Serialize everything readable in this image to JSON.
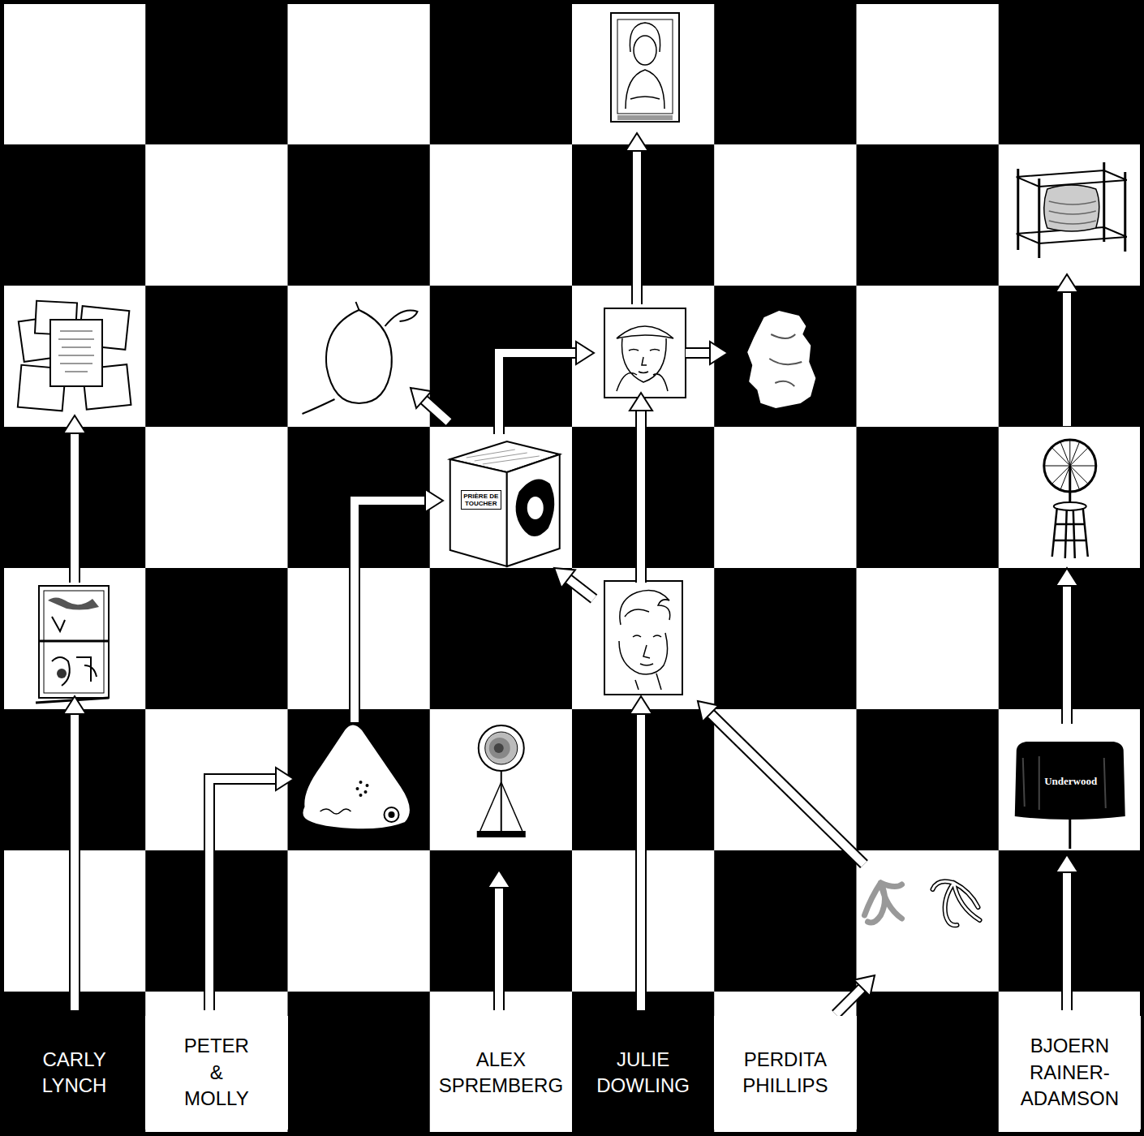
{
  "diagram": {
    "nodes": [
      {
        "text": [
          "CARLY LYNCH"
        ]
      },
      {
        "text": [
          "PETER & MOLLY"
        ]
      },
      {
        "text": [
          "ALEX SPREMBERG"
        ]
      },
      {
        "text": [
          "JULIE DOWLING"
        ]
      },
      {
        "text": [
          "PERDITA PHILLIPS"
        ]
      },
      {
        "text": [
          "BJOERN RAINER- ADAMSON"
        ]
      }
    ],
    "labels": [
      "PRIÈRE DE TOUCHER",
      "Underwood"
    ]
  }
}
